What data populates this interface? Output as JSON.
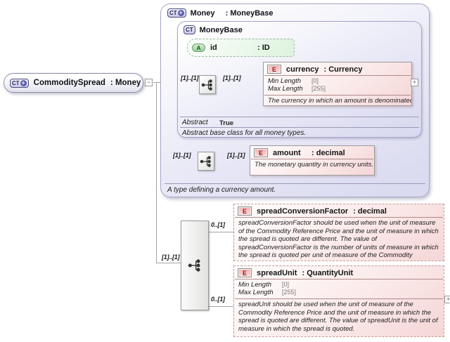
{
  "badges": {
    "complex_type": "CT",
    "element": "E",
    "attribute": "A",
    "plus": "+"
  },
  "ui": {
    "collapse_glyph": "−",
    "expand_glyph": "+"
  },
  "cardinality": {
    "one_one": "[1]..[1]",
    "zero_one": "0..[1]"
  },
  "root_element": {
    "name": "CommoditySpread",
    "type": ": Money"
  },
  "money": {
    "name": "Money",
    "type": ": MoneyBase",
    "doc": "A type defining a currency amount.",
    "moneybase": {
      "name": "MoneyBase",
      "abstract": {
        "label": "Abstract",
        "value": "True"
      },
      "doc": "Abstract base class for all money types.",
      "id_attribute": {
        "name": "id",
        "type": ": ID"
      },
      "currency": {
        "name": "currency",
        "type": ": Currency",
        "facets": [
          {
            "label": "Min Length",
            "value": "[0]"
          },
          {
            "label": "Max Length",
            "value": "[255]"
          }
        ],
        "doc": "The currency in which an amount is denominated."
      }
    },
    "amount": {
      "name": "amount",
      "type": ": decimal",
      "doc": "The monetary quantity in currency units."
    }
  },
  "spread_conversion_factor": {
    "name": "spreadConversionFactor",
    "type": ": decimal",
    "doc": "spreadConversionFactor should be used when the unit of measure of the Commodity Reference Price and the unit of measure in which the spread is quoted are different. The value of spreadConversionFactor is the number of units of measure in which the spread is quoted per unit of measure of the Commodity Reference Price."
  },
  "spread_unit": {
    "name": "spreadUnit",
    "type": ": QuantityUnit",
    "facets": [
      {
        "label": "Min Length",
        "value": "[0]"
      },
      {
        "label": "Max Length",
        "value": "[255]"
      }
    ],
    "doc": "spreadUnit should be used when the unit of measure of the Commodity Reference Price and the unit of measure in which the spread is quoted are different. The value of spreadUnit is the unit of measure in which the spread is quoted."
  }
}
